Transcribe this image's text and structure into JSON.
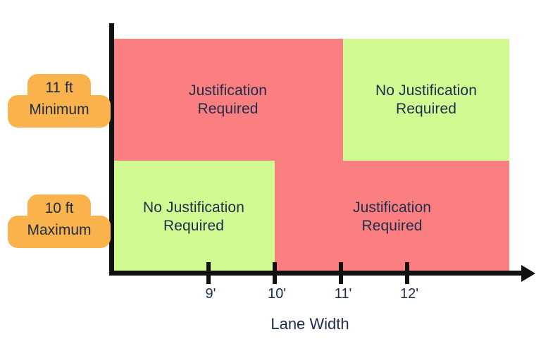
{
  "chart_data": {
    "type": "heatmap",
    "title": "",
    "xlabel": "Lane Width",
    "ylabel": "",
    "x_tick_labels": [
      "9'",
      "10'",
      "11'",
      "12'"
    ],
    "x_tick_values": [
      9,
      10,
      11,
      12
    ],
    "grid": false,
    "legend_position": "none",
    "row_labels": [
      "11 ft Minimum",
      "10 ft Maximum"
    ],
    "categories": [
      "Justification Required",
      "No Justification Required"
    ],
    "colors": {
      "justification_required": "#FB7F80",
      "no_justification_required": "#D2FA92",
      "badge": "#F9B24C",
      "axis": "#111111",
      "text": "#1D2E4A"
    },
    "cells": [
      {
        "row": "11 ft Minimum",
        "x_range": [
          "<9'",
          "11'"
        ],
        "status": "Justification Required",
        "color": "#FB7F80"
      },
      {
        "row": "11 ft Minimum",
        "x_range": [
          "11'",
          ">12'"
        ],
        "status": "No Justification Required",
        "color": "#D2FA92"
      },
      {
        "row": "10 ft Maximum",
        "x_range": [
          "<9'",
          "10'"
        ],
        "status": "No Justification Required",
        "color": "#D2FA92"
      },
      {
        "row": "10 ft Maximum",
        "x_range": [
          "10'",
          ">12'"
        ],
        "status": "Justification Required",
        "color": "#FB7F80"
      }
    ]
  },
  "badges": [
    {
      "top_line": "11 ft",
      "bottom_line": "Minimum"
    },
    {
      "top_line": "10 ft",
      "bottom_line": "Maximum"
    }
  ],
  "regions": {
    "upper_left": {
      "line1": "Justification",
      "line2": "Required"
    },
    "upper_right": {
      "line1": "No Justification",
      "line2": "Required"
    },
    "lower_left": {
      "line1": "No Justification",
      "line2": "Required"
    },
    "lower_right": {
      "line1": "Justification",
      "line2": "Required"
    }
  },
  "axis": {
    "x_title": "Lane Width",
    "ticks": [
      {
        "label": "9'",
        "left": 293
      },
      {
        "label": "10'",
        "left": 387
      },
      {
        "label": "11'",
        "left": 481
      },
      {
        "label": "12'",
        "left": 575
      }
    ]
  }
}
